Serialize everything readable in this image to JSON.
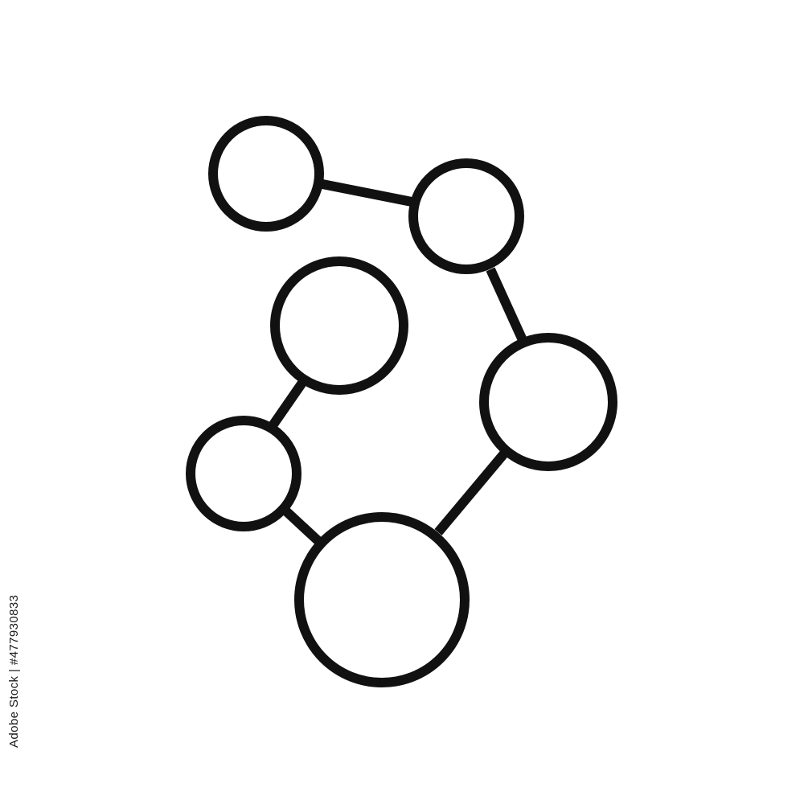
{
  "diagram": {
    "type": "node-link-icon",
    "stroke_color": "#111111",
    "fill_color": "#ffffff",
    "node_count": 6,
    "edge_count": 5
  },
  "footer": {
    "stock_id": "Adobe Stock | #477930833"
  }
}
